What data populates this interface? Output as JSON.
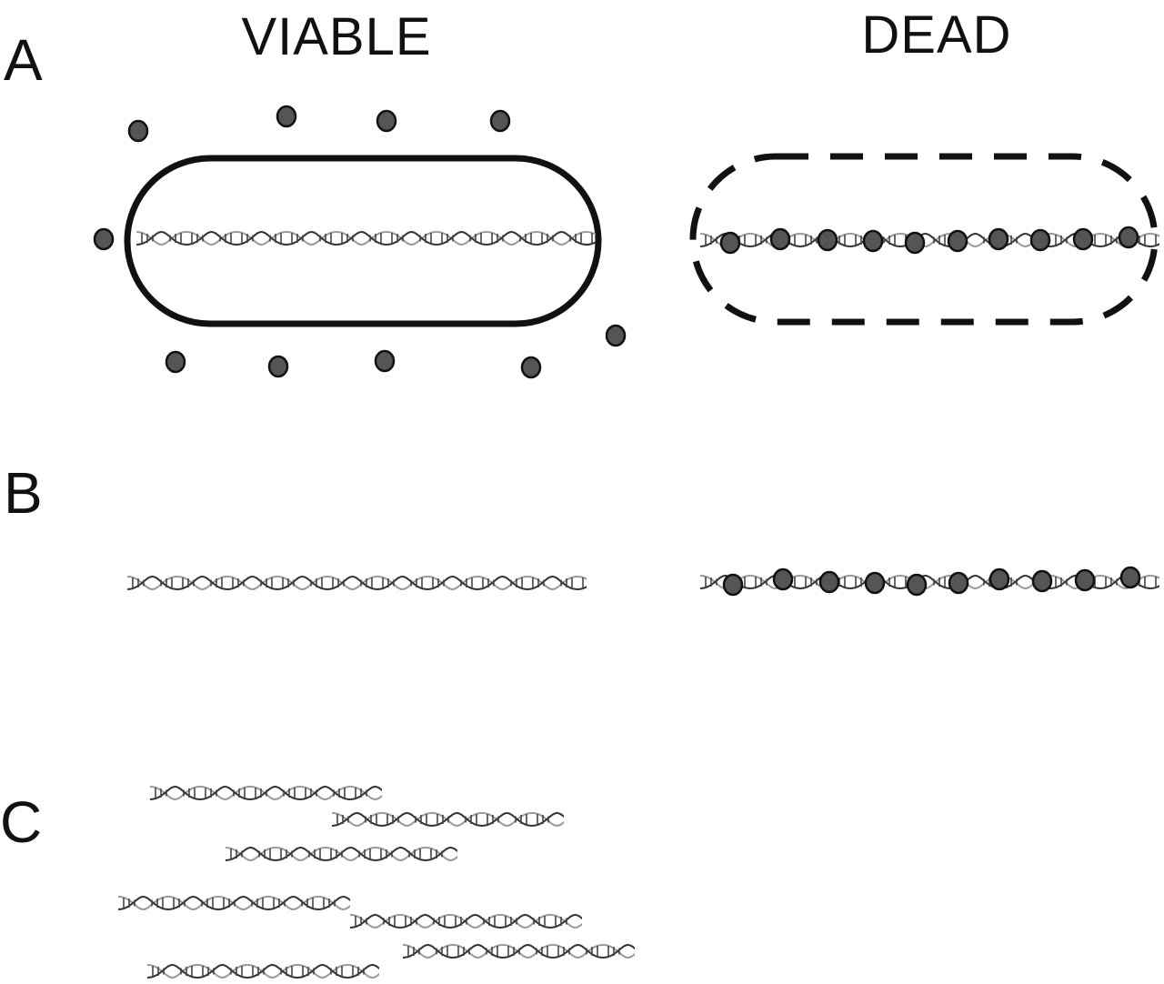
{
  "panels": {
    "a": {
      "letter": "A"
    },
    "b": {
      "letter": "B"
    },
    "c": {
      "letter": "C"
    }
  },
  "columns": {
    "viable": "VIABLE",
    "dead": "DEAD"
  },
  "colors": {
    "ink": "#111111",
    "dye_dot": "#555555",
    "helix_dark": "#333333",
    "helix_light": "#9a9a9a"
  }
}
